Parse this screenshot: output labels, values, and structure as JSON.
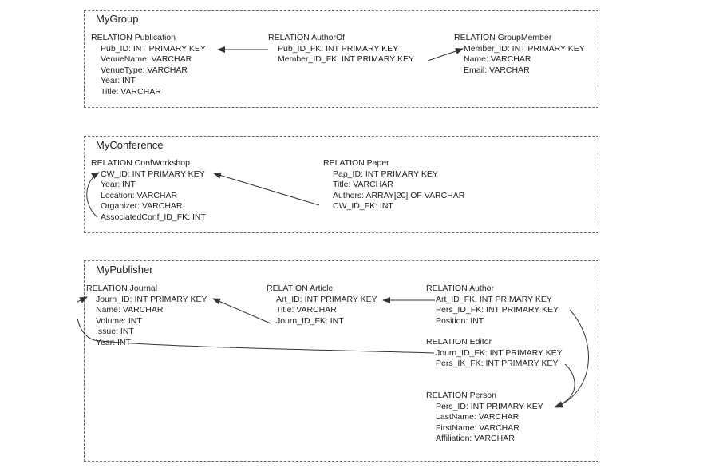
{
  "groups": [
    {
      "title": "MyGroup",
      "relations": [
        {
          "name": "RELATION  Publication",
          "attrs": [
            "Pub_ID: INT PRIMARY KEY",
            "VenueName: VARCHAR",
            "VenueType: VARCHAR",
            "Year: INT",
            "Title: VARCHAR"
          ]
        },
        {
          "name": "RELATION  AuthorOf",
          "attrs": [
            "Pub_ID_FK: INT PRIMARY KEY",
            "Member_ID_FK: INT PRIMARY KEY"
          ]
        },
        {
          "name": "RELATION  GroupMember",
          "attrs": [
            "Member_ID: INT PRIMARY KEY",
            "Name: VARCHAR",
            "Email: VARCHAR"
          ]
        }
      ]
    },
    {
      "title": "MyConference",
      "relations": [
        {
          "name": "RELATION  ConfWorkshop",
          "attrs": [
            "CW_ID: INT PRIMARY KEY",
            "Year: INT",
            "Location: VARCHAR",
            "Organizer: VARCHAR",
            "AssociatedConf_ID_FK:  INT"
          ]
        },
        {
          "name": "RELATION  Paper",
          "attrs": [
            "Pap_ID: INT PRIMARY KEY",
            "Title: VARCHAR",
            "Authors: ARRAY[20] OF VARCHAR",
            "CW_ID_FK: INT"
          ]
        }
      ]
    },
    {
      "title": "MyPublisher",
      "relations": [
        {
          "name": "RELATION  Journal",
          "attrs": [
            "Journ_ID: INT PRIMARY KEY",
            "Name: VARCHAR",
            "Volume: INT",
            "Issue: INT",
            "Year: INT"
          ]
        },
        {
          "name": "RELATION  Article",
          "attrs": [
            "Art_ID: INT PRIMARY KEY",
            "Title: VARCHAR",
            "Journ_ID_FK: INT"
          ]
        },
        {
          "name": "RELATION  Author",
          "attrs": [
            "Art_ID_FK: INT PRIMARY KEY",
            "Pers_ID_FK: INT PRIMARY KEY",
            "Position: INT"
          ]
        },
        {
          "name": "RELATION  Editor",
          "attrs": [
            "Journ_ID_FK: INT PRIMARY KEY",
            "Pers_IK_FK: INT PRIMARY KEY"
          ]
        },
        {
          "name": "RELATION  Person",
          "attrs": [
            "Pers_ID: INT PRIMARY KEY",
            "LastName:  VARCHAR",
            "FirstName:  VARCHAR",
            "Affiliation:  VARCHAR"
          ]
        }
      ]
    }
  ],
  "colors": {
    "line": "#333333",
    "border": "#666666"
  }
}
